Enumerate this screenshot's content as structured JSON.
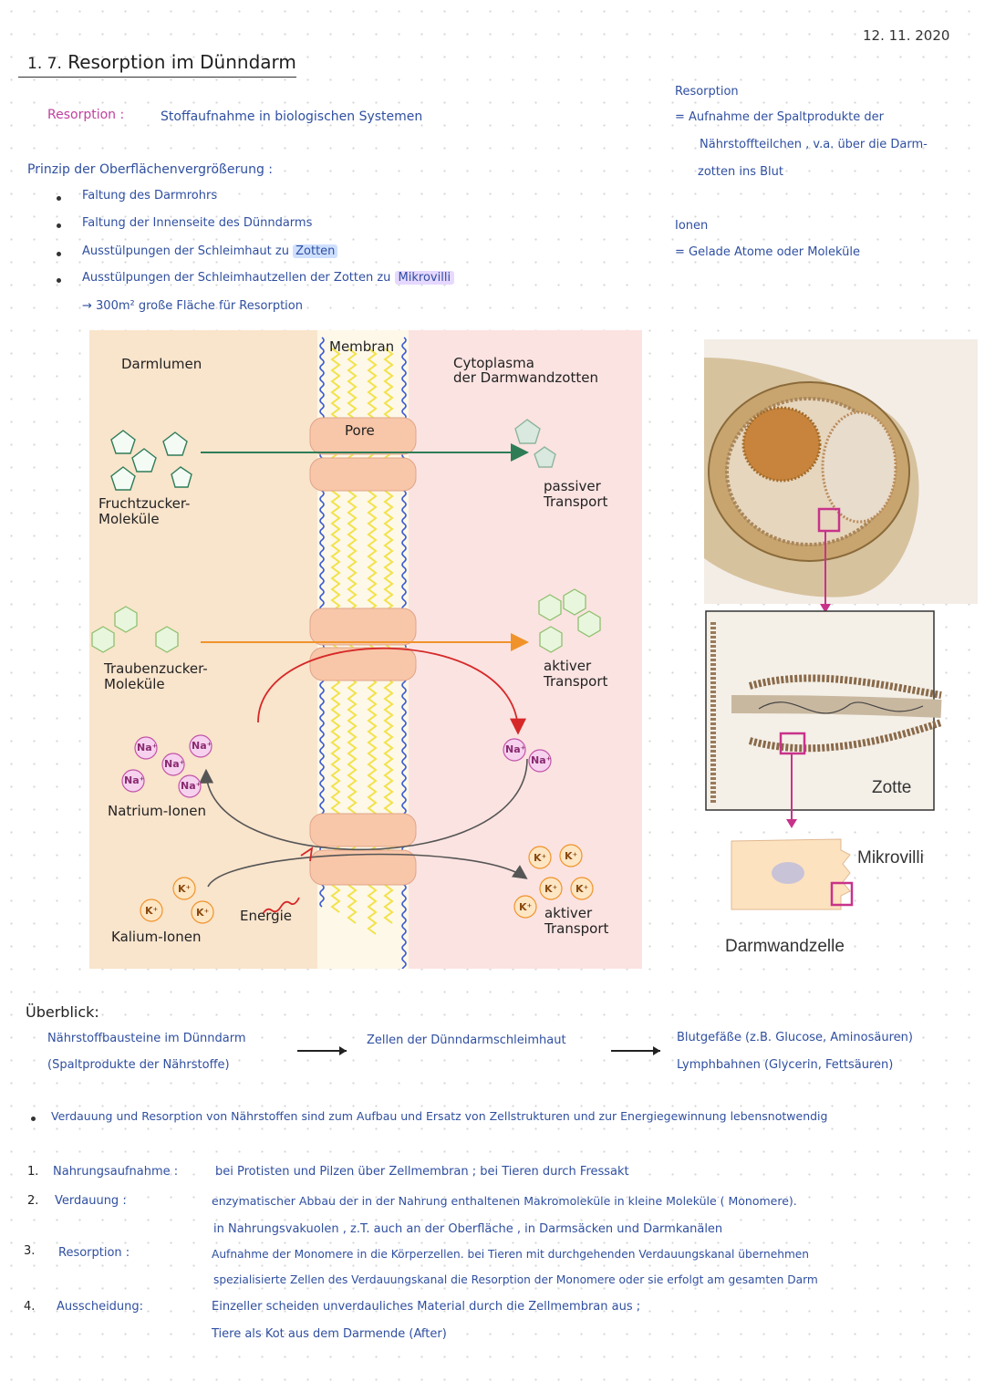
{
  "date": "12. 11. 2020",
  "heading": {
    "number": "1. 7.",
    "title": "Resorption im Dünndarm"
  },
  "definition": {
    "term": "Resorption :",
    "text": "Stoffaufnahme in biologischen Systemen"
  },
  "principle": {
    "title": "Prinzip der Oberflächenvergrößerung :",
    "items": [
      "Faltung des Darmrohrs",
      "Faltung der Innenseite des Dünndarms"
    ],
    "item3_prefix": "Ausstülpungen der Schleimhaut zu",
    "item3_highlight": "Zotten",
    "item4_prefix": "Ausstülpungen der Schleimhautzellen der Zotten zu",
    "item4_highlight": "Mikrovilli",
    "result": "→ 300m² große Fläche für Resorption"
  },
  "side_notes": {
    "resorption_title": "Resorption",
    "resorption_lines": [
      "= Aufnahme der Spaltprodukte der",
      "Nährstoffteilchen , v.a. über die Darm-",
      "zotten ins Blut"
    ],
    "ionen_title": "Ionen",
    "ionen_line": "= Gelade Atome oder Moleküle"
  },
  "diagram": {
    "lumen_label": "Darmlumen",
    "membrane_label": "Membran",
    "cytoplasm_label": [
      "Cytoplasma",
      "der Darmwandzotten"
    ],
    "pore_label": "Pore",
    "fructose_label": [
      "Fruchtzucker-",
      "Moleküle"
    ],
    "glucose_label": [
      "Traubenzucker-",
      "Moleküle"
    ],
    "sodium_label": "Natrium-Ionen",
    "potassium_label": "Kalium-Ionen",
    "energy_label": "Energie",
    "passive_label": [
      "passiver",
      "Transport"
    ],
    "active_label_1": [
      "aktiver",
      "Transport"
    ],
    "active_label_2": [
      "aktiver",
      "Transport"
    ],
    "na_ion": "Na⁺",
    "k_ion": "K⁺",
    "colors": {
      "lumen_bg": "#f9e4cc",
      "cyto_bg": "#fbe3e1",
      "green_arrow": "#2e7d57",
      "orange_arrow": "#f0932b",
      "red_arrow": "#d62828",
      "membrane_yellow": "#f2e24a",
      "membrane_blue": "#3b5ad1"
    }
  },
  "photo": {
    "zotte_label": "Zotte",
    "mikrovilli_label": "Mikrovilli",
    "cell_label": "Darmwandzelle"
  },
  "overview": {
    "title": "Überblick:",
    "col1": [
      "Nährstoffbausteine im Dünndarm",
      "(Spaltprodukte der Nährstoffe)"
    ],
    "col2": "Zellen der Dünndarmschleimhaut",
    "col3": [
      "Blutgefäße (z.B. Glucose, Aminosäuren)",
      "Lymphbahnen (Glycerin, Fettsäuren)"
    ]
  },
  "note": "Verdauung und Resorption von Nährstoffen sind zum Aufbau und Ersatz von Zellstrukturen und zur Energiegewinnung lebensnotwendig",
  "steps": [
    {
      "num": "1.",
      "term": "Nahrungsaufnahme :",
      "lines": [
        "bei Protisten und Pilzen über Zellmembran ; bei Tieren durch Fressakt"
      ]
    },
    {
      "num": "2.",
      "term": "Verdauung :",
      "lines": [
        "enzymatischer Abbau der in der Nahrung enthaltenen Makromoleküle in kleine Moleküle ( Monomere).",
        "in Nahrungsvakuolen , z.T. auch an der Oberfläche , in Darmsäcken und Darmkanälen"
      ]
    },
    {
      "num": "3.",
      "term": "Resorption :",
      "lines": [
        "Aufnahme der Monomere in die Körperzellen. bei Tieren mit durchgehenden Verdauungskanal übernehmen",
        "spezialisierte Zellen des Verdauungskanal die Resorption der Monomere oder sie erfolgt am gesamten Darm"
      ]
    },
    {
      "num": "4.",
      "term": "Ausscheidung:",
      "lines": [
        "Einzeller scheiden unverdauliches Material durch die Zellmembran aus ;",
        "Tiere als Kot aus dem Darmende (After)"
      ]
    }
  ]
}
